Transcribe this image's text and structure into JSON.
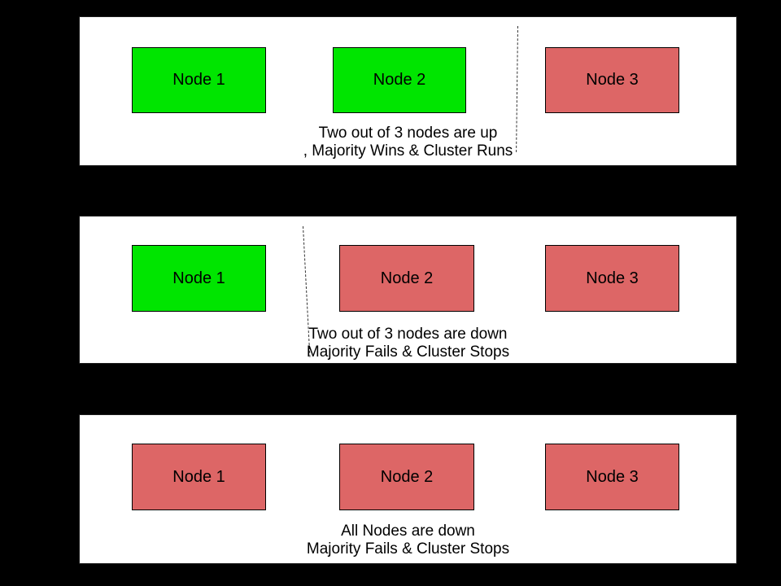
{
  "colors": {
    "page_background": "#000000",
    "panel_background": "#ffffff",
    "node_up_fill": "#00e500",
    "node_down_fill": "#dd6666",
    "node_border": "#000000",
    "divider_line": "#333333",
    "text": "#000000"
  },
  "panels": [
    {
      "nodes": [
        {
          "label": "Node 1",
          "state": "up",
          "fill": "#00e500"
        },
        {
          "label": "Node 2",
          "state": "up",
          "fill": "#00e500"
        },
        {
          "label": "Node 3",
          "state": "down",
          "fill": "#dd6666"
        }
      ],
      "caption": {
        "line1": "Two out of 3 nodes are up",
        "line2": ", Majority Wins & Cluster Runs"
      },
      "divider": {
        "present": true,
        "position": "between Node 2 and Node 3"
      }
    },
    {
      "nodes": [
        {
          "label": "Node 1",
          "state": "up",
          "fill": "#00e500"
        },
        {
          "label": "Node 2",
          "state": "down",
          "fill": "#dd6666"
        },
        {
          "label": "Node 3",
          "state": "down",
          "fill": "#dd6666"
        }
      ],
      "caption": {
        "line1": "Two out of 3 nodes are down",
        "line2": "Majority Fails & Cluster Stops"
      },
      "divider": {
        "present": true,
        "position": "between Node 1 and Node 2"
      }
    },
    {
      "nodes": [
        {
          "label": "Node 1",
          "state": "down",
          "fill": "#dd6666"
        },
        {
          "label": "Node 2",
          "state": "down",
          "fill": "#dd6666"
        },
        {
          "label": "Node 3",
          "state": "down",
          "fill": "#dd6666"
        }
      ],
      "caption": {
        "line1": "All Nodes are down",
        "line2": "Majority Fails & Cluster Stops"
      },
      "divider": {
        "present": false,
        "position": ""
      }
    }
  ]
}
